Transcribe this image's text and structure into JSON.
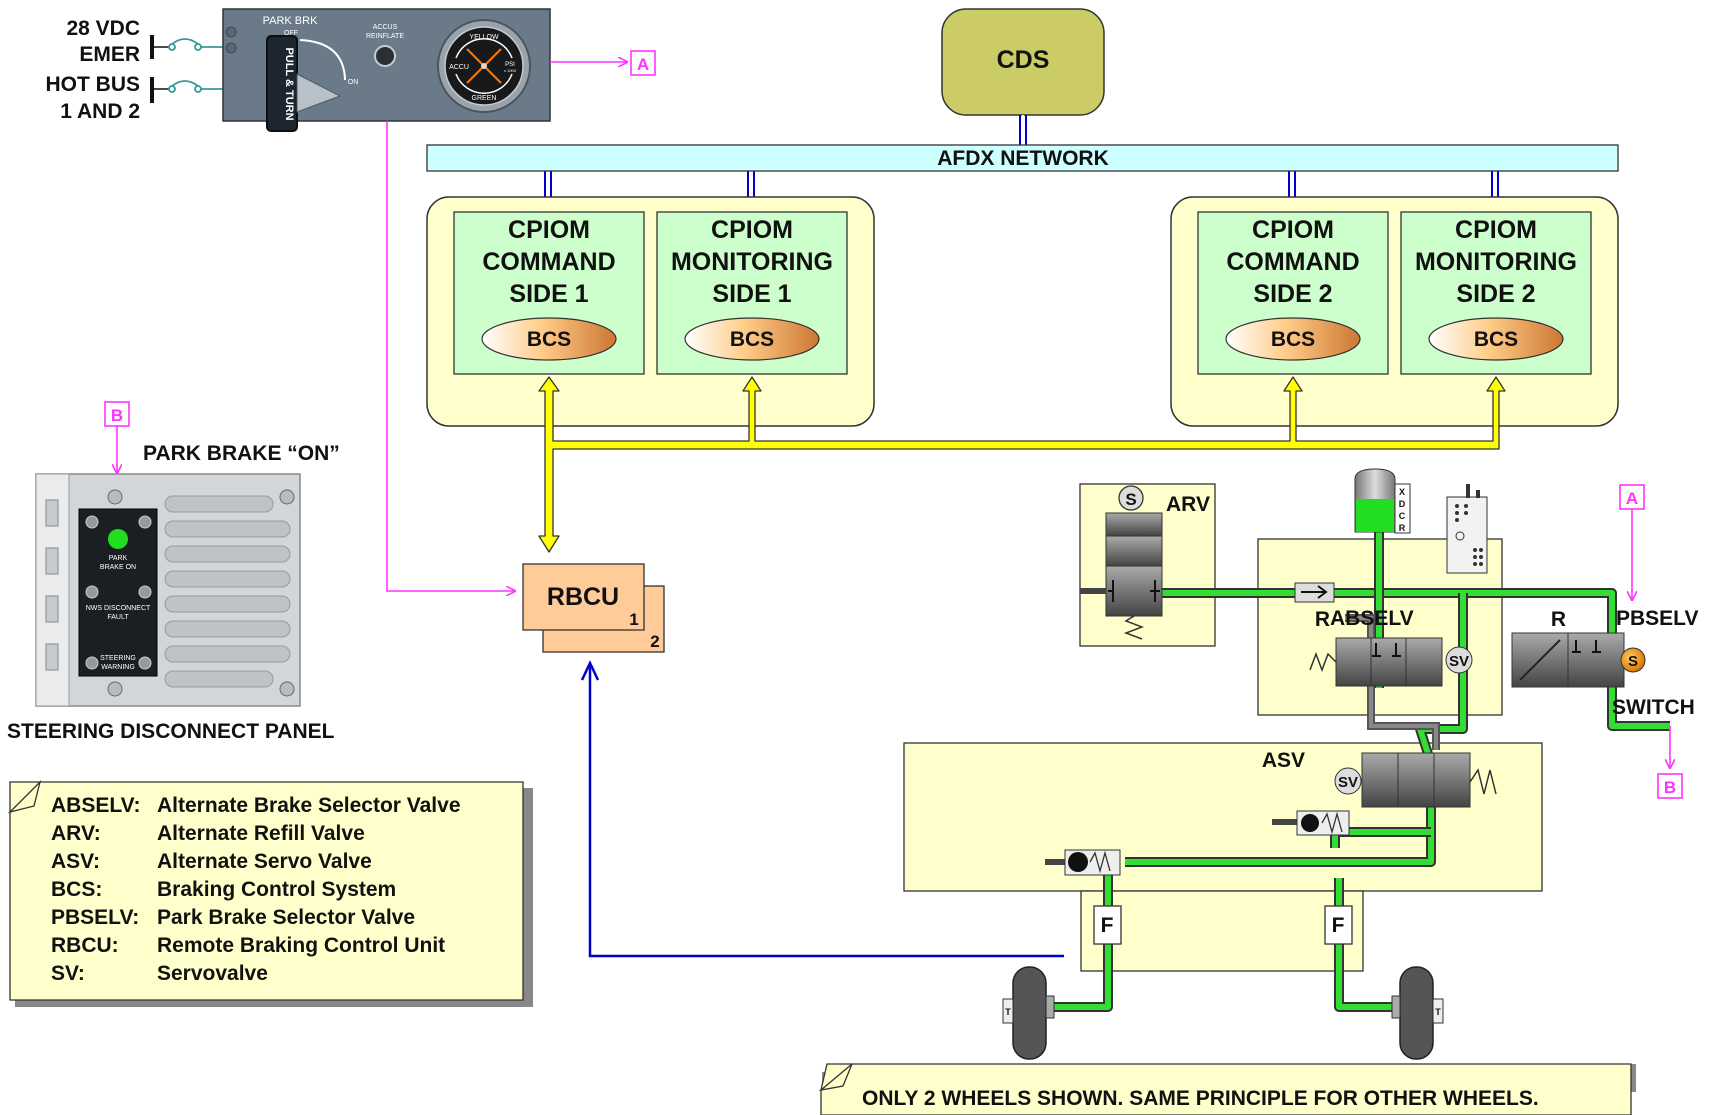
{
  "power": {
    "line1a": "28 VDC",
    "line1b": "EMER",
    "line2a": "HOT BUS",
    "line2b": "1 AND 2"
  },
  "park_panel": {
    "title": "PARK BRK",
    "off": "OFF",
    "on": "ON",
    "handle": "PULL & TURN",
    "reinflate_a": "ACCUS",
    "reinflate_b": "REINFLATE",
    "gauge_top": "YELLOW",
    "gauge_left": "ACCU",
    "gauge_right": "PSI",
    "gauge_bottom": "GREEN",
    "gauge_unit": "x 1000"
  },
  "refs": {
    "a": "A",
    "b": "B"
  },
  "cds": "CDS",
  "afdx": "AFDX NETWORK",
  "cpioms": [
    {
      "l1": "CPIOM",
      "l2": "COMMAND",
      "l3": "SIDE 1",
      "bcs": "BCS"
    },
    {
      "l1": "CPIOM",
      "l2": "MONITORING",
      "l3": "SIDE 1",
      "bcs": "BCS"
    },
    {
      "l1": "CPIOM",
      "l2": "COMMAND",
      "l3": "SIDE 2",
      "bcs": "BCS"
    },
    {
      "l1": "CPIOM",
      "l2": "MONITORING",
      "l3": "SIDE 2",
      "bcs": "BCS"
    }
  ],
  "rbcu": {
    "label": "RBCU",
    "n1": "1",
    "n2": "2"
  },
  "steering_panel": {
    "park_on": "PARK BRAKE “ON”",
    "ind1a": "PARK",
    "ind1b": "BRAKE ON",
    "ind2a": "NWS DISCONNECT",
    "ind2b": "FAULT",
    "ind3a": "STEERING",
    "ind3b": "WARNING",
    "caption": "STEERING DISCONNECT PANEL"
  },
  "legend": [
    {
      "abbr": "ABSELV:",
      "desc": "Alternate Brake Selector Valve"
    },
    {
      "abbr": "ARV:",
      "desc": "Alternate Refill Valve"
    },
    {
      "abbr": "ASV:",
      "desc": "Alternate Servo Valve"
    },
    {
      "abbr": "BCS:",
      "desc": "Braking Control System"
    },
    {
      "abbr": "PBSELV:",
      "desc": "Park Brake Selector Valve"
    },
    {
      "abbr": "RBCU:",
      "desc": "Remote Braking Control Unit"
    },
    {
      "abbr": "SV:",
      "desc": "Servovalve"
    }
  ],
  "hydraulics": {
    "arv": "ARV",
    "s": "S",
    "xdcr": [
      "X",
      "D",
      "C",
      "R"
    ],
    "abselv": "ABSELV",
    "r": "R",
    "sv": "SV",
    "pbselv": "PBSELV",
    "switch": "SWITCH",
    "asv": "ASV",
    "f": "F",
    "t": "T"
  },
  "note": "ONLY 2 WHEELS SHOWN. SAME PRINCIPLE FOR OTHER WHEELS.",
  "colors": {
    "hydraulic_green": "#33dd33",
    "afdx_bar": "#ccffff",
    "data_bus_yellow": "#ffff00",
    "cpiom_box": "#ccffcc",
    "cabinet": "#ffffcc",
    "cds_box": "#cccc66",
    "rbcu_box": "#ffcc99",
    "reference_magenta": "#ff33ff",
    "wiring_blue": "#0000cc"
  }
}
